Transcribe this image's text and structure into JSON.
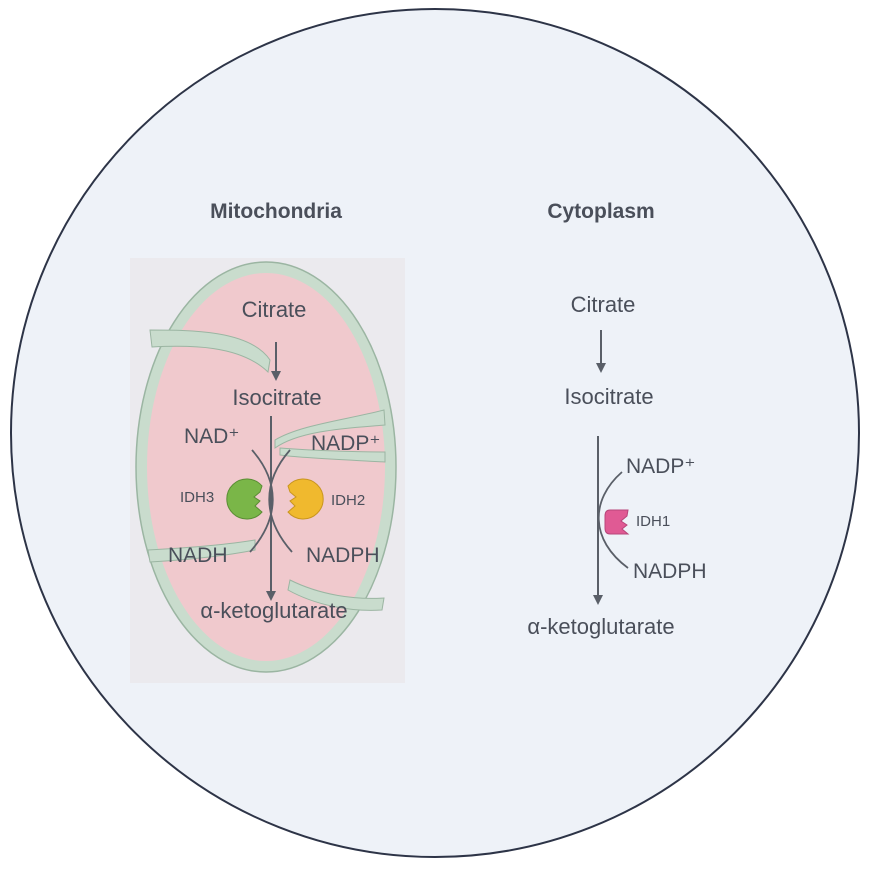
{
  "mitochondria": {
    "title": "Mitochondria",
    "citrate": "Citrate",
    "isocitrate": "Isocitrate",
    "akg": "α-ketoglutarate",
    "nad_plus": "NAD⁺",
    "nadh": "NADH",
    "nadp_plus": "NADP⁺",
    "nadph": "NADPH",
    "enzyme_left": "IDH3",
    "enzyme_right": "IDH2"
  },
  "cytoplasm": {
    "title": "Cytoplasm",
    "citrate": "Citrate",
    "isocitrate": "Isocitrate",
    "akg": "α-ketoglutarate",
    "nadp_plus": "NADP⁺",
    "nadph": "NADPH",
    "enzyme": "IDH1"
  },
  "colors": {
    "cell_fill": "#eef2f8",
    "cell_stroke": "#2d3447",
    "mito_fill": "#f0c9cd",
    "mito_membrane": "#c9dccd",
    "idh3": "#7ab648",
    "idh2": "#f0b92e",
    "idh1": "#e05a94",
    "arrow": "#5a5f68"
  }
}
